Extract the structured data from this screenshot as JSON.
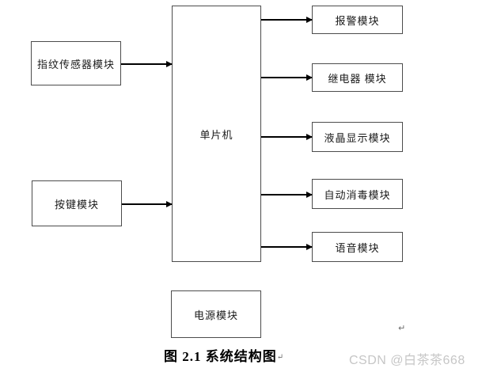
{
  "diagram": {
    "nodes": {
      "fingerprint": {
        "label": "指纹传感器模块"
      },
      "keypad": {
        "label": "按键模块"
      },
      "mcu": {
        "label": "单片机"
      },
      "power": {
        "label": "电源模块"
      },
      "alarm": {
        "label": "报警模块"
      },
      "relay": {
        "label": "继电器 模块"
      },
      "lcd": {
        "label": "液晶显示模块"
      },
      "disinfect": {
        "label": "自动消毒模块"
      },
      "voice": {
        "label": "语音模块"
      }
    },
    "edges": [
      {
        "from": "指纹传感器模块",
        "to": "单片机"
      },
      {
        "from": "按键模块",
        "to": "单片机"
      },
      {
        "from": "单片机",
        "to": "报警模块"
      },
      {
        "from": "单片机",
        "to": "继电器 模块"
      },
      {
        "from": "单片机",
        "to": "液晶显示模块"
      },
      {
        "from": "单片机",
        "to": "自动消毒模块"
      },
      {
        "from": "单片机",
        "to": "语音模块"
      }
    ]
  },
  "caption": {
    "text": "图 2.1 系统结构图",
    "paragraph_mark": "↵"
  },
  "marks": {
    "line_break": "↵"
  },
  "watermark": {
    "text": "CSDN @白茶茶668"
  },
  "colors": {
    "background": "#ffffff",
    "box_border": "#4c4c4c",
    "arrow": "#000000",
    "text": "#1a1a1a",
    "caption": "#000000",
    "watermark": "#c6c6c6"
  }
}
